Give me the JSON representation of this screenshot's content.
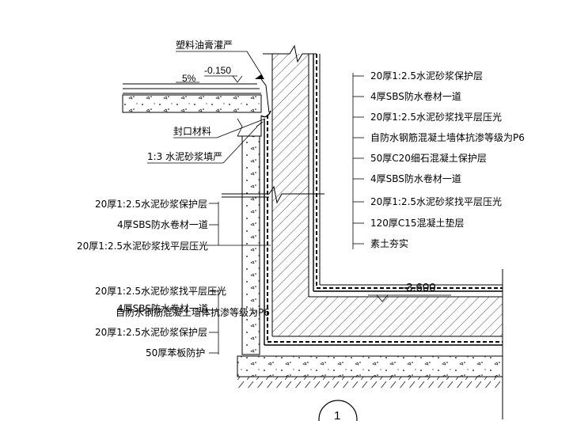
{
  "top_labels": {
    "sealant_fill": "塑料油膏灌严",
    "slope": "5%",
    "elev_top": "-0.150",
    "seal_material": "封口材料",
    "mortar_fill": "1:3 水泥砂浆填严",
    "elev_bottom": "-3.600"
  },
  "right_labels": [
    "20厚1:2.5水泥砂浆保护层",
    "4厚SBS防水卷材一道",
    "20厚1:2.5水泥砂浆找平层压光",
    "自防水钢筋混凝土墙体抗渗等级为P6",
    "50厚C20细石混凝土保护层",
    "4厚SBS防水卷材一道",
    "20厚1:2.5水泥砂浆找平层压光",
    "120厚C15混凝土垫层",
    "素土夯实"
  ],
  "left_labels": [
    "20厚1:2.5水泥砂浆保护层",
    "4厚SBS防水卷材一道",
    "20厚1:2.5水泥砂浆找平层压光",
    "20厚1:2.5水泥砂浆找平层压光",
    "4厚SBS防水卷材一道",
    "自防水钢筋混凝土墙体抗渗等级为P6",
    "20厚1:2.5水泥砂浆保护层",
    "50厚苯板防护"
  ],
  "detail_mark": "1",
  "colors": {
    "line": "#000000",
    "background": "#ffffff"
  }
}
